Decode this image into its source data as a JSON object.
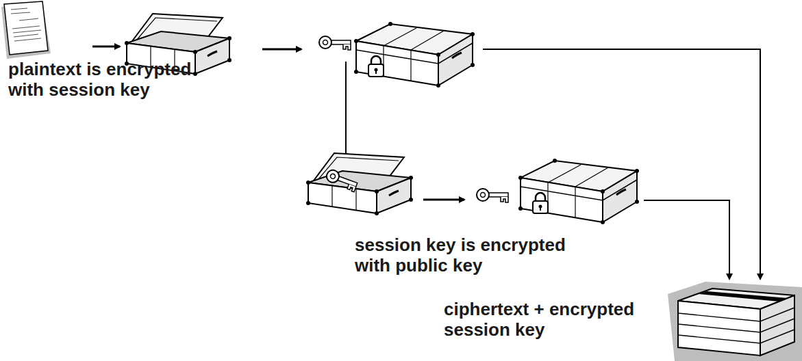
{
  "diagram": {
    "labels": [
      "plaintext is encrypted with session key",
      "session key is encrypted with public key",
      "ciphertext + encrypted session key"
    ]
  }
}
